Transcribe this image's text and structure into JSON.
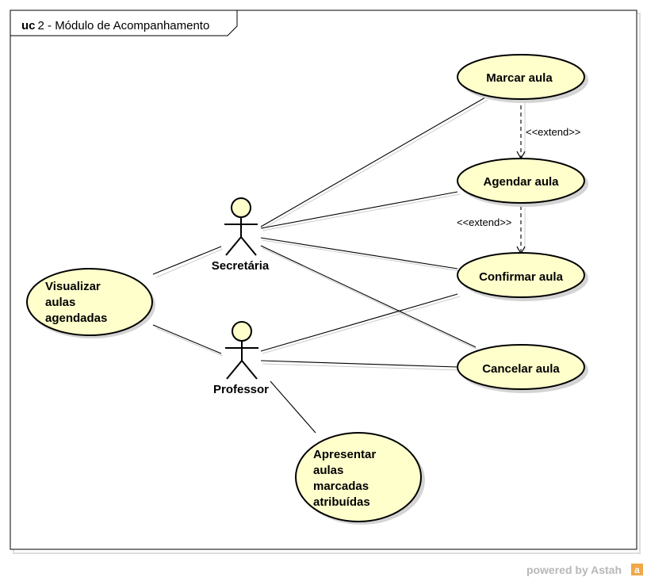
{
  "frame": {
    "keyword": "uc",
    "title": "2 - Módulo de Acompanhamento"
  },
  "actors": {
    "secretaria": "Secretária",
    "professor": "Professor"
  },
  "use_cases": {
    "marcar": "Marcar aula",
    "agendar": "Agendar aula",
    "confirmar": "Confirmar aula",
    "cancelar": "Cancelar aula",
    "visualizar": [
      "Visualizar",
      "aulas",
      "agendadas"
    ],
    "apresentar": [
      "Apresentar",
      "aulas",
      "marcadas",
      "atribuídas"
    ]
  },
  "relations": {
    "extend_1": "<<extend>>",
    "extend_2": "<<extend>>"
  },
  "watermark": {
    "text": "powered by Astah",
    "logo_glyph": "a"
  },
  "colors": {
    "usecase_fill": "#ffffcc",
    "line": "#000000",
    "shadow": "#cccccc"
  }
}
